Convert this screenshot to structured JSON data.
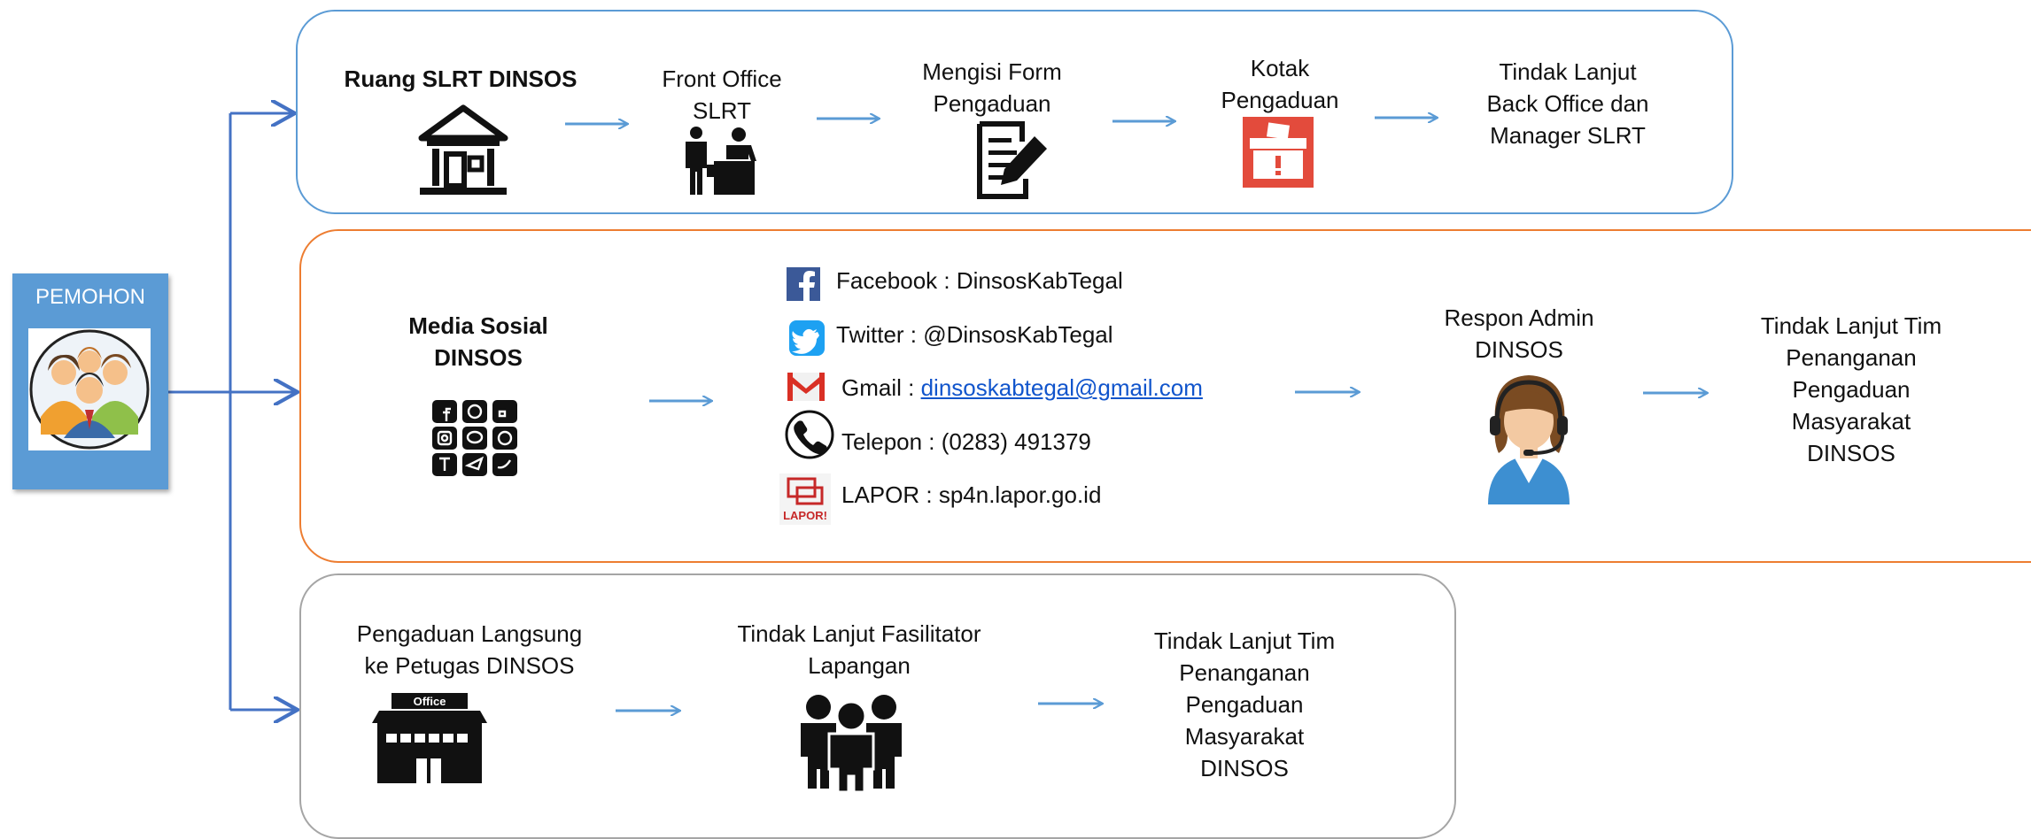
{
  "colors": {
    "accent_blue": "#5b9bd5",
    "connector_blue": "#4472c4",
    "orange": "#ed7d31",
    "gray": "#a5a5a5",
    "red_box": "#e34b3c"
  },
  "pemohon": {
    "title": "PEMOHON",
    "icon": "group-people-icon"
  },
  "row1": {
    "start": "Ruang SLRT DINSOS",
    "front_office": [
      "Front Office",
      "SLRT"
    ],
    "form": [
      "Mengisi Form",
      "Pengaduan"
    ],
    "kotak": [
      "Kotak",
      "Pengaduan"
    ],
    "tindak": [
      "Tindak Lanjut",
      "Back Office dan",
      "Manager SLRT"
    ],
    "icons": [
      "building-icon",
      "front-office-icon",
      "form-edit-icon",
      "complaint-box-icon"
    ]
  },
  "row2": {
    "start": [
      "Media Sosial",
      "DINSOS"
    ],
    "contacts": {
      "facebook": "Facebook : DinsosKabTegal",
      "twitter": "Twitter : @DinsosKabTegal",
      "gmail_prefix": "Gmail : ",
      "gmail_email": "dinsoskabtegal@gmail.com",
      "telepon": "Telepon :  (0283) 491379",
      "lapor": "LAPOR :  sp4n.lapor.go.id",
      "lapor_logo_text": "LAPOR!"
    },
    "respon": [
      "Respon Admin",
      "DINSOS"
    ],
    "tindak": [
      "Tindak Lanjut Tim",
      "Penanganan",
      "Pengaduan",
      "Masyarakat",
      "DINSOS"
    ],
    "icons": [
      "social-media-icons",
      "facebook-icon",
      "twitter-icon",
      "gmail-icon",
      "phone-icon",
      "lapor-icon",
      "call-center-agent-icon"
    ]
  },
  "row3": {
    "start": [
      "Pengaduan Langsung",
      "ke Petugas DINSOS"
    ],
    "office_sign": "Office",
    "fasilitator": [
      "Tindak Lanjut Fasilitator",
      "Lapangan"
    ],
    "tindak": [
      "Tindak Lanjut Tim",
      "Penanganan",
      "Pengaduan",
      "Masyarakat",
      "DINSOS"
    ],
    "icons": [
      "office-building-icon",
      "team-icon"
    ]
  }
}
